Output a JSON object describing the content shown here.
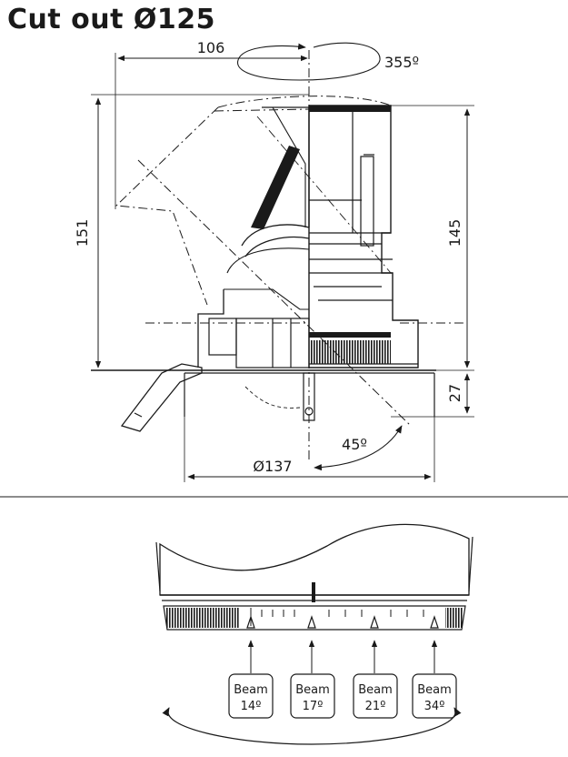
{
  "title": "Cut out Ø125",
  "dimensions": {
    "width_top": "106",
    "rotation": "355º",
    "height_total": "151",
    "height_body": "145",
    "depth_below": "27",
    "tilt": "45º",
    "diameter": "Ø137"
  },
  "beam_labels": [
    {
      "word": "Beam",
      "angle": "14º"
    },
    {
      "word": "Beam",
      "angle": "17º"
    },
    {
      "word": "Beam",
      "angle": "21º"
    },
    {
      "word": "Beam",
      "angle": "34º"
    }
  ]
}
